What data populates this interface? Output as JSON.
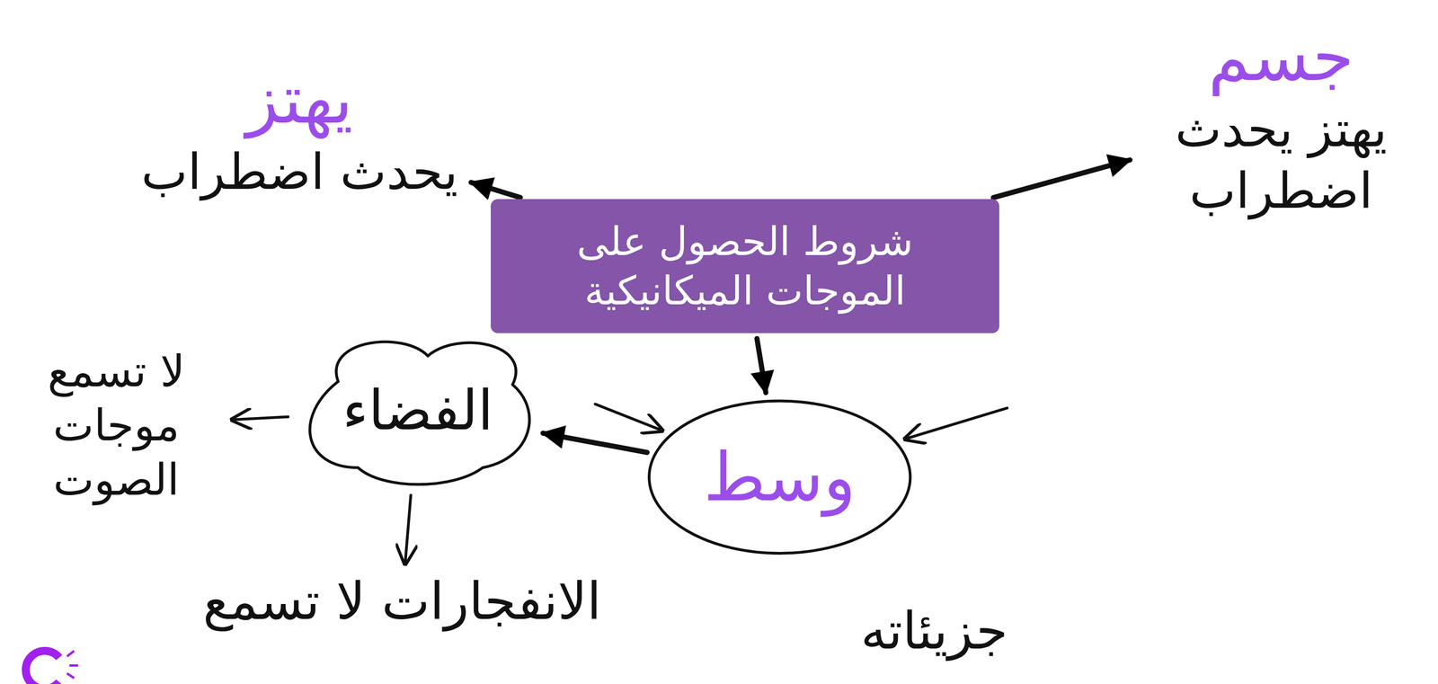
{
  "diagram": {
    "nodes": [
      {
        "text": [
          "شروط الحصول على الموجات الميكانيكية"
        ]
      },
      {
        "text": [
          "جسم",
          "يهتز يحدث اضطراب"
        ]
      },
      {
        "text": [
          "يهتز",
          "يحدث اضطراب"
        ]
      },
      {
        "text": [
          "وسط"
        ]
      },
      {
        "text": [
          "الفضاء"
        ]
      }
    ],
    "edges": [
      {
        "from": 0,
        "to": 1,
        "arrow": "to"
      },
      {
        "from": 0,
        "to": 2,
        "arrow": "to"
      },
      {
        "from": 0,
        "to": 3,
        "arrow": "to"
      },
      {
        "from": 3,
        "to": 4,
        "arrow": "to"
      }
    ],
    "labels": [
      "لا تسمع موجات الصوت",
      "الانفجارات لا تسمع",
      "جزيئاته"
    ]
  }
}
